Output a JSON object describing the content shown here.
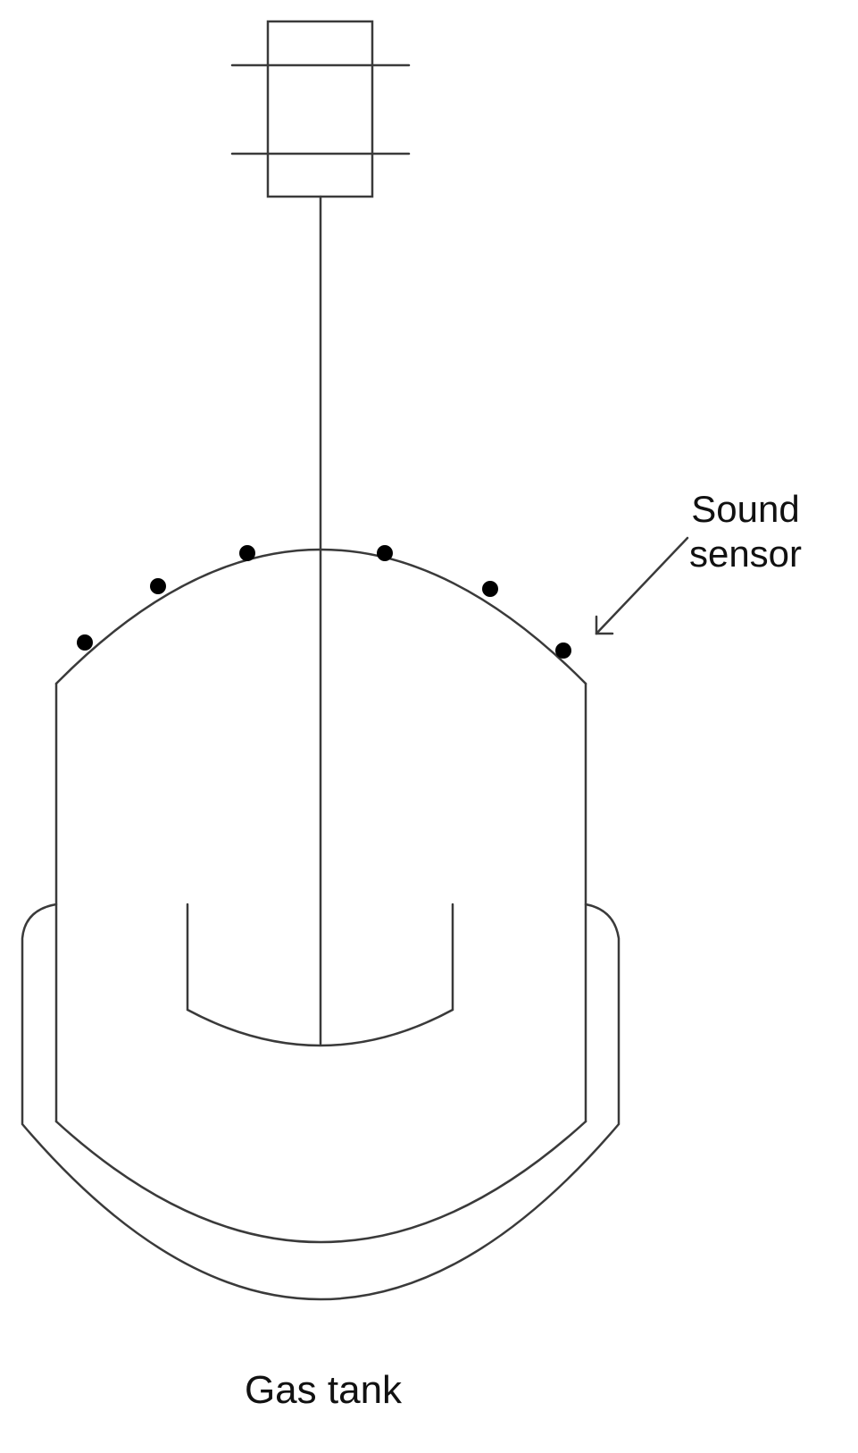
{
  "labels": {
    "sensor_line1": "Sound",
    "sensor_line2": "sensor",
    "tank": "Gas tank"
  },
  "sensor_count": 6,
  "colors": {
    "stroke": "#3a3a3a",
    "sensor_dot": "#000000",
    "text": "#111111"
  }
}
